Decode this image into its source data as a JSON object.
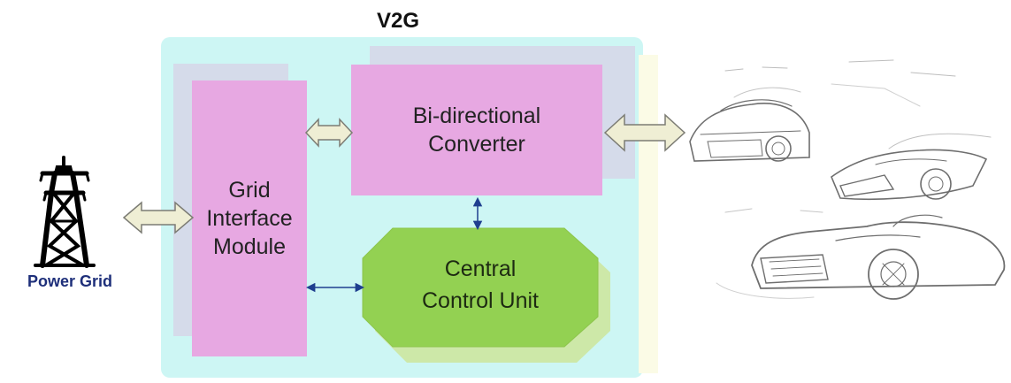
{
  "diagram": {
    "title": "V2G",
    "blocks": {
      "grid_interface": "Grid\nInterface\nModule",
      "converter": "Bi-directional\nConverter",
      "central_control": "Central\nControl Unit"
    },
    "power_grid_label": "Power Grid"
  },
  "colors": {
    "panel": "#cdf6f4",
    "module_pink": "#e7a8e2",
    "control_green": "#93d152",
    "arrow_fill": "#efeed4",
    "connector_blue": "#1f3f8f",
    "label_blue": "#1e2f7a"
  },
  "icons": [
    "power-tower-icon",
    "car-sketch-illustration"
  ]
}
